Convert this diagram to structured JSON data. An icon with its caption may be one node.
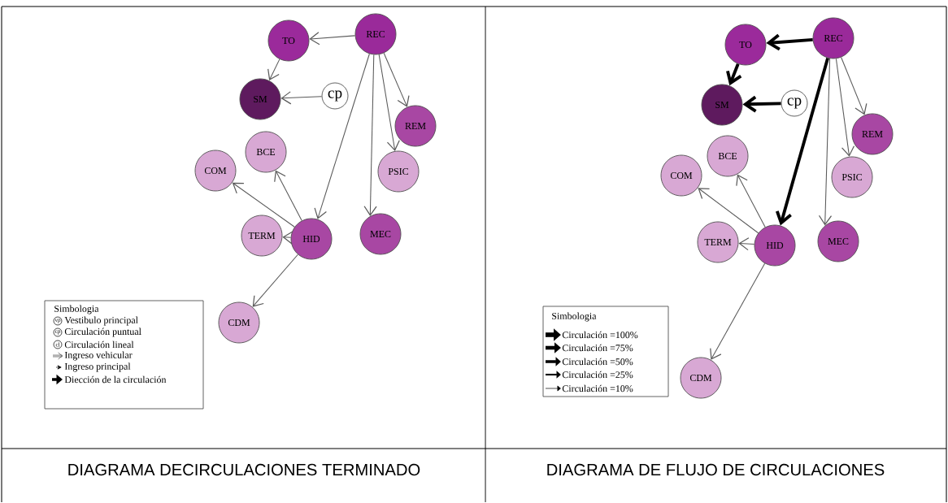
{
  "diagram": {
    "nodes": [
      {
        "text": [
          "TO"
        ]
      },
      {
        "text": [
          "REC"
        ]
      },
      {
        "text": [
          "SM"
        ]
      },
      {
        "text": [
          "cp"
        ]
      },
      {
        "text": [
          "BCE"
        ]
      },
      {
        "text": [
          "COM"
        ]
      },
      {
        "text": [
          "REM"
        ]
      },
      {
        "text": [
          "PSIC"
        ]
      },
      {
        "text": [
          "TERM"
        ]
      },
      {
        "text": [
          "HID"
        ]
      },
      {
        "text": [
          "MEC"
        ]
      },
      {
        "text": [
          "CDM"
        ]
      },
      {
        "text": [
          "TO"
        ]
      },
      {
        "text": [
          "REC"
        ]
      },
      {
        "text": [
          "SM"
        ]
      },
      {
        "text": [
          "cp"
        ]
      },
      {
        "text": [
          "BCE"
        ]
      },
      {
        "text": [
          "COM"
        ]
      },
      {
        "text": [
          "REM"
        ]
      },
      {
        "text": [
          "PSIC"
        ]
      },
      {
        "text": [
          "TERM"
        ]
      },
      {
        "text": [
          "HID"
        ]
      },
      {
        "text": [
          "MEC"
        ]
      },
      {
        "text": [
          "CDM"
        ]
      }
    ],
    "edges": [
      {
        "from": 1,
        "to": 0,
        "arrow": "to"
      },
      {
        "from": 0,
        "to": 2,
        "arrow": "to"
      },
      {
        "from": 3,
        "to": 2,
        "arrow": "to"
      },
      {
        "from": 1,
        "to": 9,
        "arrow": "to"
      },
      {
        "from": 1,
        "to": 6,
        "arrow": "to"
      },
      {
        "from": 1,
        "to": 7,
        "arrow": "to"
      },
      {
        "from": 1,
        "to": 10,
        "arrow": "to"
      },
      {
        "from": 9,
        "to": 4,
        "arrow": "to"
      },
      {
        "from": 9,
        "to": 5,
        "arrow": "to"
      },
      {
        "from": 9,
        "to": 8,
        "arrow": "to"
      },
      {
        "from": 9,
        "to": 11,
        "arrow": "to"
      },
      {
        "from": 13,
        "to": 12,
        "arrow": "to",
        "style": "thick"
      },
      {
        "from": 12,
        "to": 14,
        "arrow": "to",
        "style": "thick"
      },
      {
        "from": 15,
        "to": 14,
        "arrow": "to",
        "style": "thick"
      },
      {
        "from": 13,
        "to": 21,
        "arrow": "to",
        "style": "thick"
      },
      {
        "from": 13,
        "to": 18,
        "arrow": "to"
      },
      {
        "from": 13,
        "to": 19,
        "arrow": "to"
      },
      {
        "from": 13,
        "to": 22,
        "arrow": "to"
      },
      {
        "from": 21,
        "to": 16,
        "arrow": "to"
      },
      {
        "from": 21,
        "to": 17,
        "arrow": "to"
      },
      {
        "from": 21,
        "to": 20,
        "arrow": "to"
      },
      {
        "from": 21,
        "to": 23,
        "arrow": "to"
      }
    ],
    "labels": [
      "Simbologia",
      "vp",
      "cp",
      "cl",
      "Simbologia",
      "DIAGRAMA DECIRCULACIONES TERMINADO",
      "DIAGRAMA DE FLUJO DE CIRCULACIONES"
    ],
    "legend": [
      {
        "text": "Vestibulo principal"
      },
      {
        "text": "Circulación puntual"
      },
      {
        "text": "Circulación lineal"
      },
      {
        "text": "Ingreso vehicular"
      },
      {
        "text": "Ingreso principal"
      },
      {
        "text": "Diección de la circulación"
      },
      {
        "text": "Circulación =100%"
      },
      {
        "text": "Circulación =75%"
      },
      {
        "text": "Circulación =50%"
      },
      {
        "text": "Circulación =25%"
      },
      {
        "text": "Circulación =10%"
      }
    ]
  }
}
